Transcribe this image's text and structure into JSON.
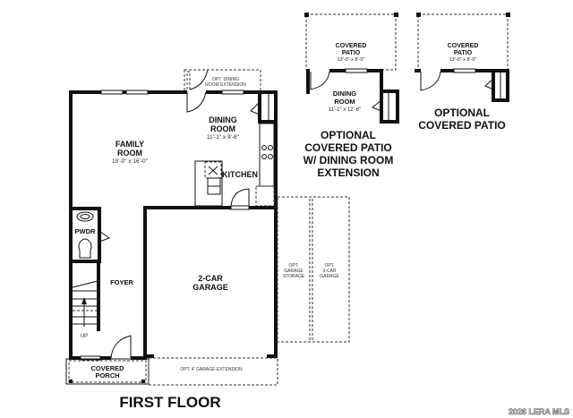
{
  "plan": {
    "title": "FIRST FLOOR",
    "watermark": "2026 LERA MLS",
    "rooms": [
      {
        "name": "FAMILY ROOM",
        "line1": "FAMILY",
        "line2": "ROOM",
        "dims": "15'-0\" x 16'-0\""
      },
      {
        "name": "DINING ROOM",
        "line1": "DINING",
        "line2": "ROOM",
        "dims": "11'-1\" x 9'-6\""
      },
      {
        "name": "KITCHEN",
        "line1": "KITCHEN"
      },
      {
        "name": "PWDR",
        "line1": "PWDR"
      },
      {
        "name": "FOYER",
        "line1": "FOYER"
      },
      {
        "name": "2-CAR GARAGE",
        "line1": "2-CAR",
        "line2": "GARAGE"
      },
      {
        "name": "COVERED PORCH",
        "line1": "COVERED",
        "line2": "PORCH"
      }
    ],
    "options": {
      "dining_ext": {
        "line1": "OPT. DINING",
        "line2": "ROOM EXTENSION"
      },
      "garage_ext": "OPT. 4' GARAGE EXTENSION",
      "garage_storage": {
        "line1": "OPT.",
        "line2": "GARAGE",
        "line3": "STORAGE"
      },
      "three_car": {
        "line1": "OPT.",
        "line2": "3-CAR",
        "line3": "GARAGE"
      }
    },
    "stairs_label": "UP"
  },
  "alt_plans": [
    {
      "title_lines": [
        "OPTIONAL",
        "COVERED PATIO",
        "W/ DINING ROOM",
        "EXTENSION"
      ],
      "patio": {
        "line1": "COVERED",
        "line2": "PATIO",
        "dims": "13'-0\" x 8'-0\""
      },
      "dining": {
        "line1": "DINING",
        "line2": "ROOM",
        "dims": "11'-1\" x 12'-6\""
      }
    },
    {
      "title_lines": [
        "OPTIONAL",
        "COVERED PATIO"
      ],
      "patio": {
        "line1": "COVERED",
        "line2": "PATIO",
        "dims": "13'-0\" x 8'-0\""
      }
    }
  ]
}
